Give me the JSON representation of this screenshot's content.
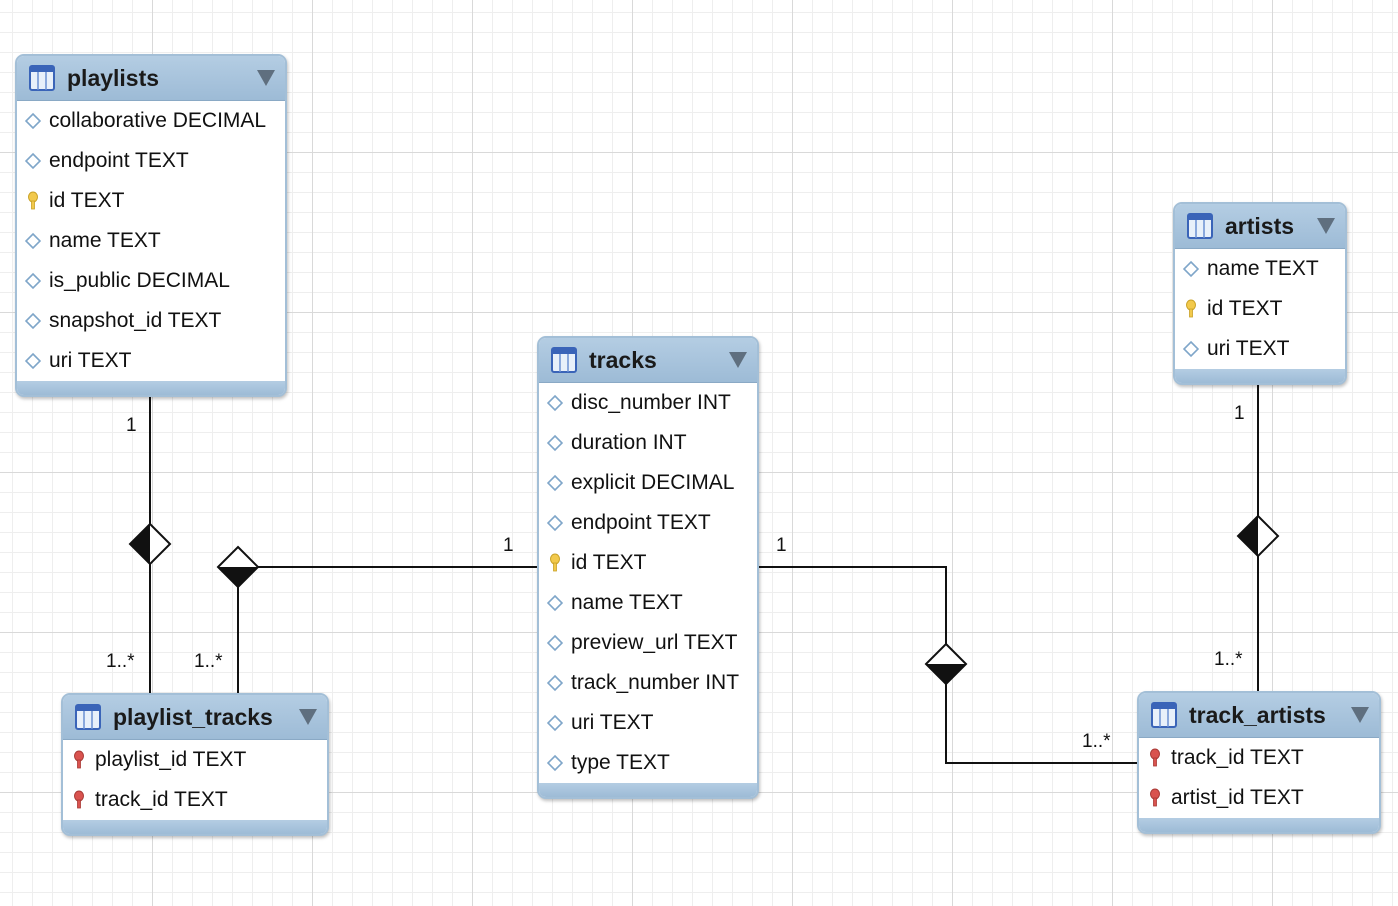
{
  "tables": [
    {
      "key": "playlists",
      "name": "playlists",
      "columns": [
        {
          "name": "collaborative DECIMAL",
          "icon": "column-diamond-icon"
        },
        {
          "name": "endpoint TEXT",
          "icon": "column-diamond-icon"
        },
        {
          "name": "id TEXT",
          "icon": "primary-key-icon"
        },
        {
          "name": "name TEXT",
          "icon": "column-diamond-icon"
        },
        {
          "name": "is_public DECIMAL",
          "icon": "column-diamond-icon"
        },
        {
          "name": "snapshot_id TEXT",
          "icon": "column-diamond-icon"
        },
        {
          "name": "uri TEXT",
          "icon": "column-diamond-icon"
        }
      ]
    },
    {
      "key": "tracks",
      "name": "tracks",
      "columns": [
        {
          "name": "disc_number INT",
          "icon": "column-diamond-icon"
        },
        {
          "name": "duration INT",
          "icon": "column-diamond-icon"
        },
        {
          "name": "explicit DECIMAL",
          "icon": "column-diamond-icon"
        },
        {
          "name": "endpoint TEXT",
          "icon": "column-diamond-icon"
        },
        {
          "name": "id TEXT",
          "icon": "primary-key-icon"
        },
        {
          "name": "name TEXT",
          "icon": "column-diamond-icon"
        },
        {
          "name": "preview_url TEXT",
          "icon": "column-diamond-icon"
        },
        {
          "name": "track_number INT",
          "icon": "column-diamond-icon"
        },
        {
          "name": "uri TEXT",
          "icon": "column-diamond-icon"
        },
        {
          "name": "type TEXT",
          "icon": "column-diamond-icon"
        }
      ]
    },
    {
      "key": "artists",
      "name": "artists",
      "columns": [
        {
          "name": "name TEXT",
          "icon": "column-diamond-icon"
        },
        {
          "name": "id TEXT",
          "icon": "primary-key-icon"
        },
        {
          "name": "uri TEXT",
          "icon": "column-diamond-icon"
        }
      ]
    },
    {
      "key": "playlist_tracks",
      "name": "playlist_tracks",
      "columns": [
        {
          "name": "playlist_id TEXT",
          "icon": "foreign-key-icon"
        },
        {
          "name": "track_id TEXT",
          "icon": "foreign-key-icon"
        }
      ]
    },
    {
      "key": "track_artists",
      "name": "track_artists",
      "columns": [
        {
          "name": "track_id TEXT",
          "icon": "foreign-key-icon"
        },
        {
          "name": "artist_id TEXT",
          "icon": "foreign-key-icon"
        }
      ]
    }
  ],
  "relationships": [
    {
      "from": "playlists",
      "to": "playlist_tracks",
      "from_cardinality": "1",
      "to_cardinality": "1..*"
    },
    {
      "from": "tracks",
      "to": "playlist_tracks",
      "from_cardinality": "1",
      "to_cardinality": "1..*"
    },
    {
      "from": "tracks",
      "to": "track_artists",
      "from_cardinality": "1",
      "to_cardinality": "1..*"
    },
    {
      "from": "artists",
      "to": "track_artists",
      "from_cardinality": "1",
      "to_cardinality": "1..*"
    }
  ],
  "colors": {
    "header": "#a3bfd7",
    "primary_key": "#f2c94c",
    "foreign_key": "#d9534f",
    "column_icon": "#7fa6c9",
    "line": "#111111"
  }
}
